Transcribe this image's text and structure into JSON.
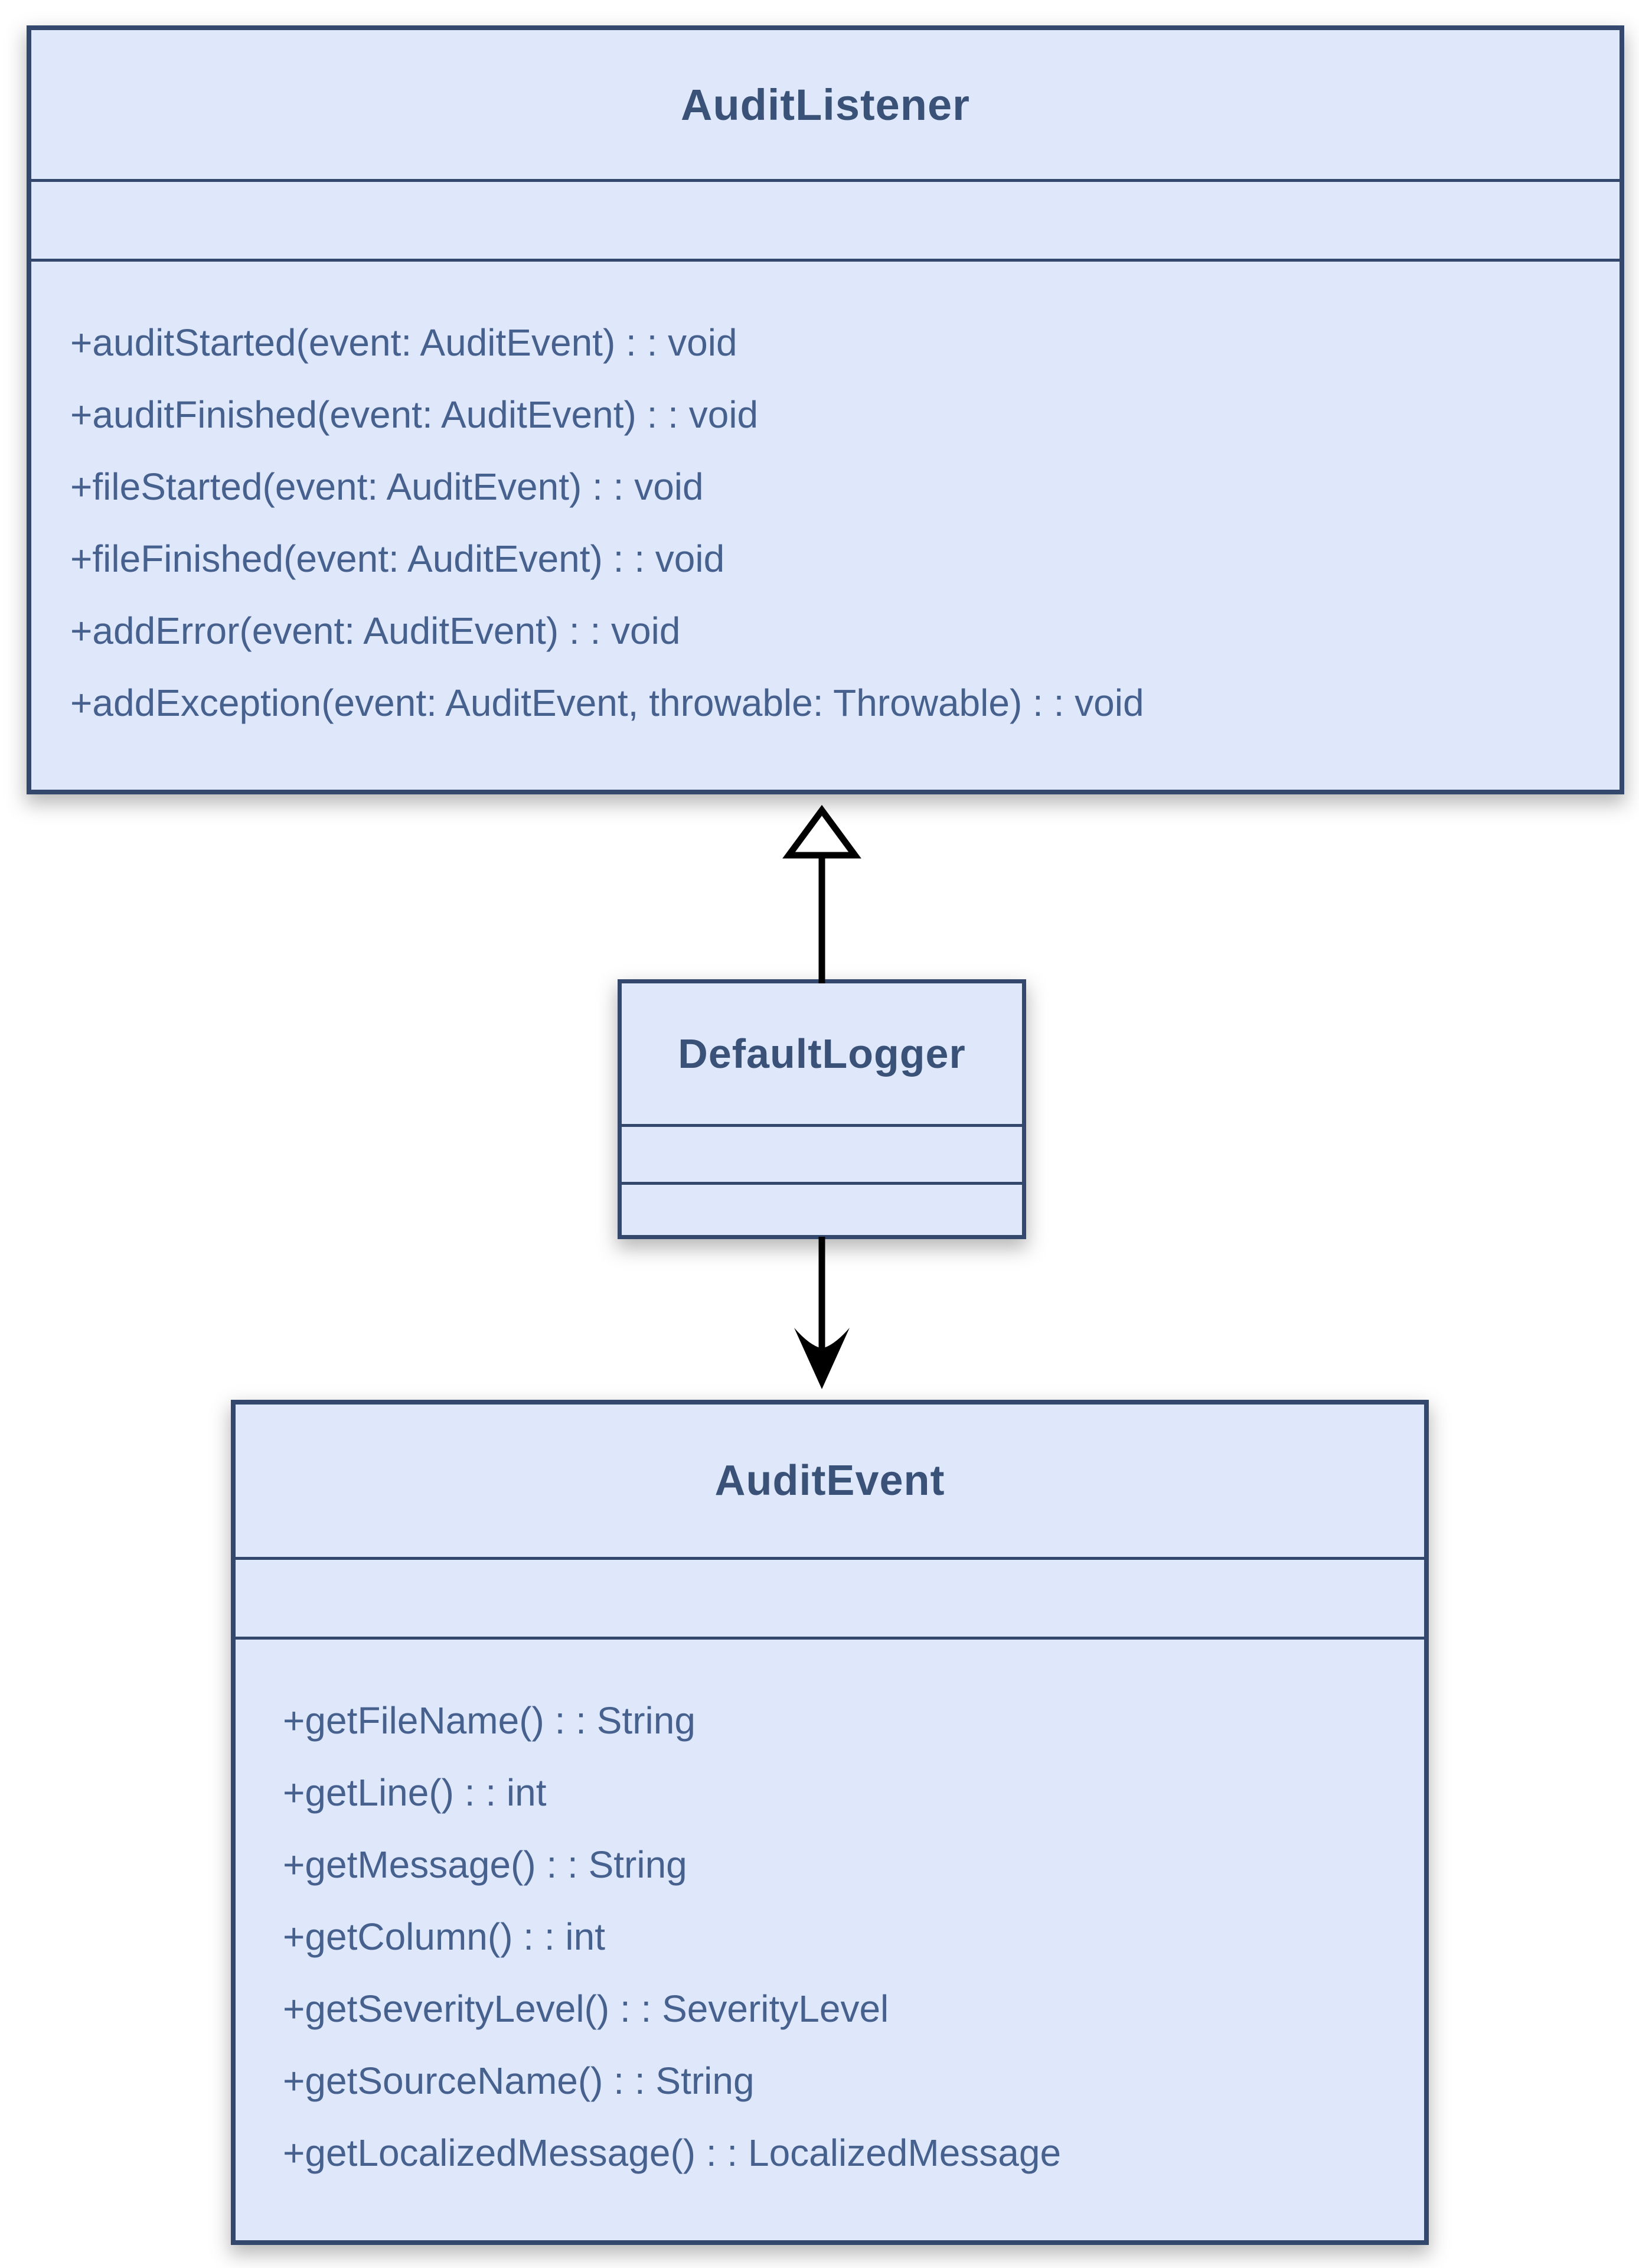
{
  "diagram": {
    "kind": "uml-class-diagram",
    "background": "#ffffff",
    "colors": {
      "box_fill": "#dfe8fa",
      "box_border": "#34486e",
      "title_text": "#3a5278",
      "method_text": "#47618f",
      "arrow": "#000000"
    },
    "classes": [
      {
        "id": "audit-listener",
        "title": "AuditListener",
        "attributes": [],
        "methods": [
          "+auditStarted(event: AuditEvent) : : void",
          "+auditFinished(event: AuditEvent) : : void",
          "+fileStarted(event: AuditEvent) : : void",
          "+fileFinished(event: AuditEvent) : : void",
          "+addError(event: AuditEvent) : : void",
          "+addException(event: AuditEvent, throwable: Throwable) : : void"
        ]
      },
      {
        "id": "default-logger",
        "title": "DefaultLogger",
        "attributes": [],
        "methods": []
      },
      {
        "id": "audit-event",
        "title": "AuditEvent",
        "attributes": [],
        "methods": [
          "+getFileName() : : String",
          "+getLine() : : int",
          "+getMessage() : : String",
          "+getColumn() : : int",
          "+getSeverityLevel() : : SeverityLevel",
          "+getSourceName() : : String",
          "+getLocalizedMessage() : : LocalizedMessage"
        ]
      }
    ],
    "relationships": [
      {
        "from": "DefaultLogger",
        "to": "AuditListener",
        "type": "realization",
        "arrowhead": "hollow-triangle-up"
      },
      {
        "from": "DefaultLogger",
        "to": "AuditEvent",
        "type": "directed-association",
        "arrowhead": "stealth-arrow-down"
      }
    ]
  }
}
